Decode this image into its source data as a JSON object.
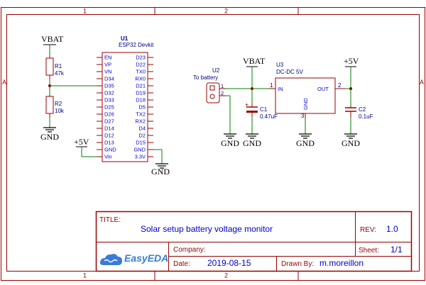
{
  "frame": {
    "columns": [
      "1",
      "2"
    ],
    "rows": [
      "A"
    ]
  },
  "esp32": {
    "ref": "U1",
    "value": "ESP32 Devkit",
    "left_pins": [
      "EN",
      "VP",
      "VN",
      "D34",
      "D35",
      "D32",
      "D33",
      "D25",
      "D26",
      "D27",
      "D14",
      "D12",
      "D13",
      "GND",
      "Vin"
    ],
    "right_pins": [
      "D23",
      "D22",
      "TX0",
      "RX0",
      "D21",
      "D19",
      "D18",
      "D5",
      "TX2",
      "RX2",
      "D4",
      "D2",
      "D15",
      "GND",
      "3.3V"
    ]
  },
  "r1": {
    "ref": "R1",
    "value": "47k"
  },
  "r2": {
    "ref": "R2",
    "value": "10k"
  },
  "u2": {
    "ref": "U2",
    "value": "To battery",
    "pin1": "1",
    "pin2": "2"
  },
  "u3": {
    "ref": "U3",
    "value": "DC-DC 5V",
    "pin_in": "IN",
    "pin_out": "OUT",
    "pin_gnd": "GND",
    "num_in": "1",
    "num_out": "2",
    "num_gnd": "3"
  },
  "c1": {
    "ref": "C1",
    "value": "0.47uF",
    "polarity": "+"
  },
  "c2": {
    "ref": "C2",
    "value": "0.1uF"
  },
  "power": {
    "vbat": "VBAT",
    "plus5v": "+5V",
    "gnd": "GND"
  },
  "title_block": {
    "title_label": "TITLE:",
    "title": "Solar setup battery voltage monitor",
    "rev_label": "REV:",
    "rev": "1.0",
    "company_label": "Company:",
    "company": "",
    "sheet_label": "Sheet:",
    "sheet": "1/1",
    "date_label": "Date:",
    "date": "2019-08-15",
    "drawn_label": "Drawn By:",
    "drawn": "m.moreillon",
    "logo": "EasyEDA"
  },
  "colors": {
    "frame": "#990000",
    "wire": "#008000",
    "pin_text": "#0000cc",
    "logo": "#3b7bd4"
  }
}
